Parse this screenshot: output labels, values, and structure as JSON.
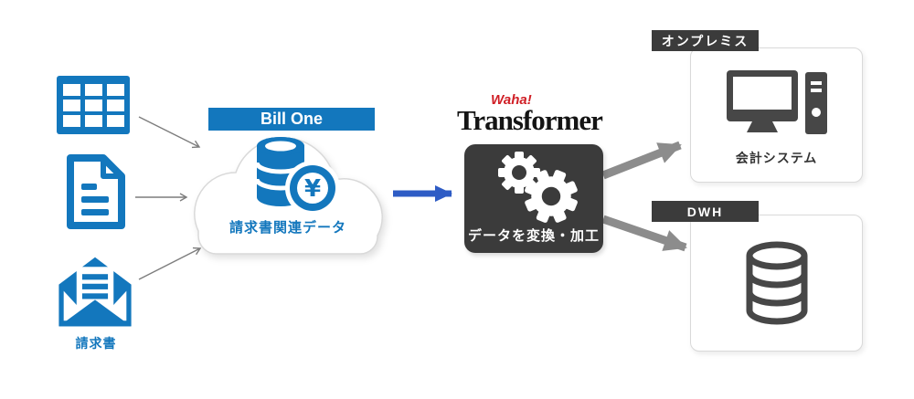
{
  "diagram": {
    "sources": {
      "invoice_label": "請求書",
      "icons": [
        "table-icon",
        "document-icon",
        "envelope-open-letter-icon"
      ]
    },
    "cloud": {
      "banner": "Bill One",
      "label": "請求書関連データ",
      "icon": "database-yen-icon",
      "yen_symbol": "¥"
    },
    "transformer": {
      "logo_waha": "Waha!",
      "logo_main": "Transformer",
      "box_label": "データを変換・加工",
      "icon": "gears-icon"
    },
    "onprem": {
      "tag": "オンプレミス",
      "system_label": "会計システム",
      "icon": "desktop-computer-icon"
    },
    "dwh": {
      "tag": "DWH",
      "icon": "database-icon"
    },
    "colors": {
      "brand_blue": "#1377bd",
      "arrow_blue": "#2e5cc5",
      "dark_gray": "#3b3b3b",
      "arrow_gray": "#8c8c8c",
      "logo_red": "#d01f26"
    }
  }
}
